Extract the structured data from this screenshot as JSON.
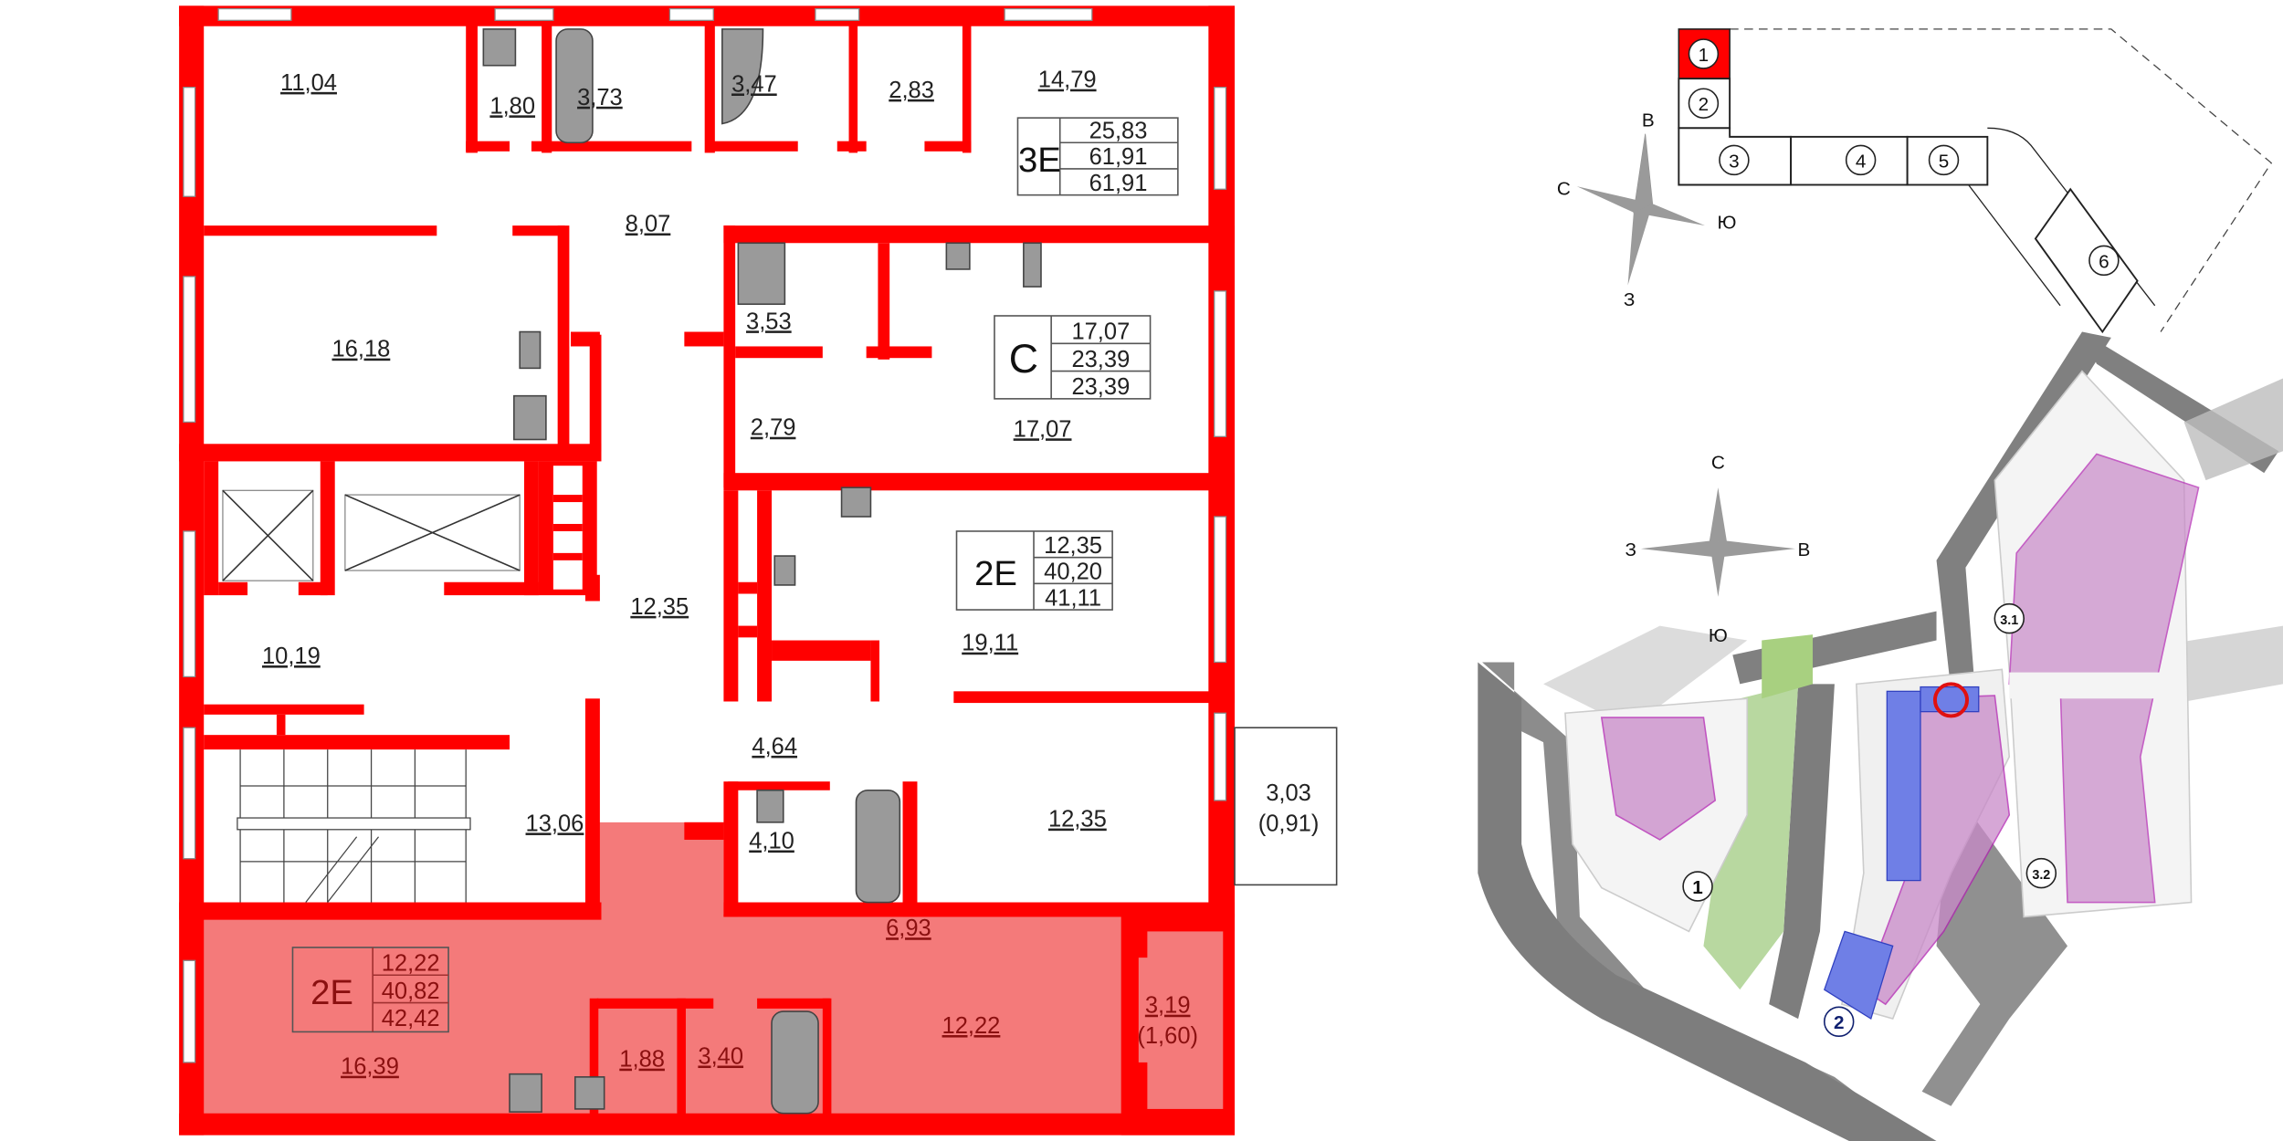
{
  "floor_plan": {
    "apartments": [
      {
        "type": "3E",
        "areas": [
          "25,83",
          "61,91",
          "61,91"
        ]
      },
      {
        "type": "C",
        "areas": [
          "17,07",
          "23,39",
          "23,39"
        ]
      },
      {
        "type": "2E",
        "areas": [
          "12,35",
          "40,20",
          "41,11"
        ]
      },
      {
        "type": "2E",
        "areas": [
          "12,22",
          "40,82",
          "42,42"
        ],
        "highlighted": true
      }
    ],
    "rooms": [
      "11,04",
      "1,80",
      "3,73",
      "3,47",
      "2,83",
      "14,79",
      "8,07",
      "16,18",
      "3,53",
      "2,79",
      "17,07",
      "10,19",
      "12,35",
      "13,06",
      "19,11",
      "4,64",
      "4,10",
      "12,35",
      "3,03",
      "(0,91)",
      "6,93",
      "16,39",
      "1,88",
      "3,40",
      "12,22",
      "3,19",
      "(1,60)"
    ],
    "colors": {
      "walls": "#ff0000",
      "highlight": "#f47a7a"
    }
  },
  "key_plan": {
    "sections": [
      "1",
      "2",
      "3",
      "4",
      "5",
      "6"
    ],
    "highlighted_section": "1",
    "compass": {
      "north": "С",
      "east": "В",
      "south": "З",
      "west": "Ю"
    }
  },
  "site_plan": {
    "compass": {
      "north": "С",
      "west": "З",
      "east": "В",
      "south": "Ю"
    },
    "building_labels": [
      "1",
      "2",
      "3.1",
      "3.2"
    ],
    "colors": {
      "building_highlight": "#6f7fe6",
      "courtyard": "#c98ac9",
      "marker": "#e01010"
    }
  }
}
